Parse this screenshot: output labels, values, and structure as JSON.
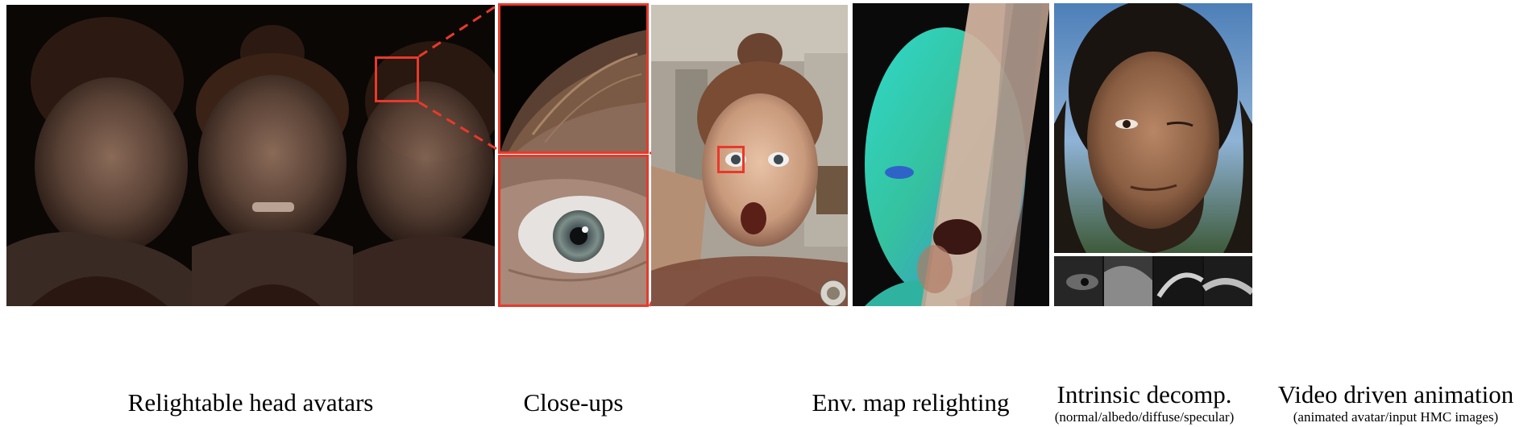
{
  "captions": {
    "relightable": "Relightable head avatars",
    "closeups": "Close-ups",
    "envmap": "Env. map relighting",
    "intrinsic": "Intrinsic decomp.",
    "intrinsic_sub": "(normal/albedo/diffuse/specular)",
    "video": "Video driven animation",
    "video_sub": "(animated avatar/input HMC images)"
  },
  "colors": {
    "highlight_red": "#e8392b",
    "dark_background": "#0a0705"
  }
}
